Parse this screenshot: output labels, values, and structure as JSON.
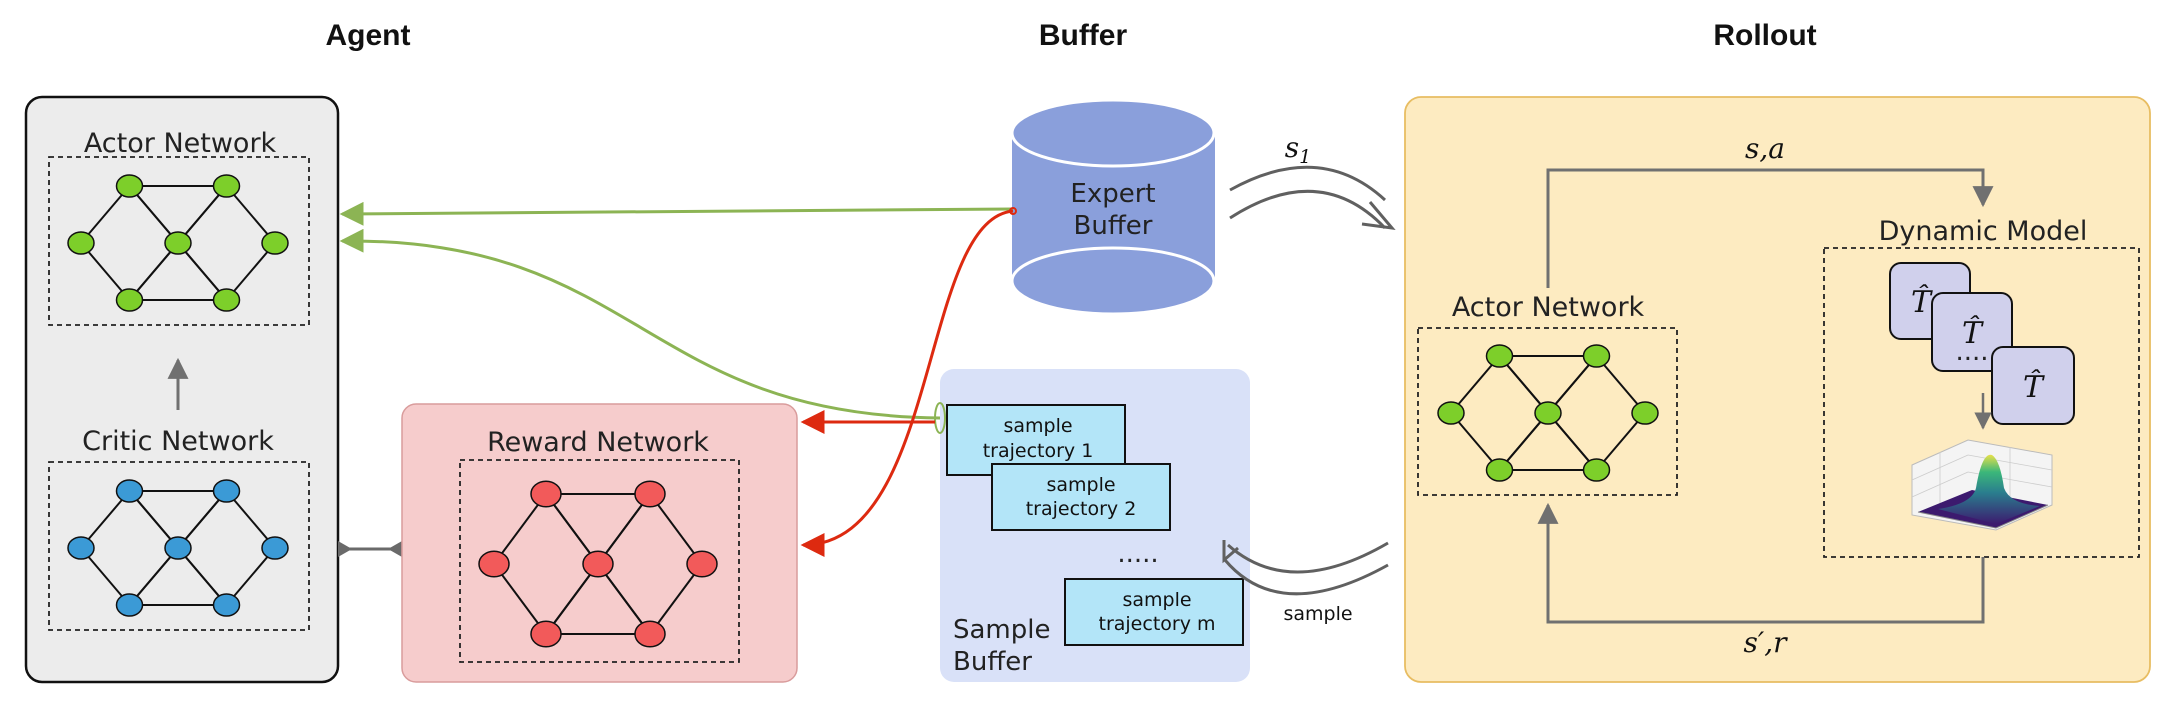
{
  "sections": {
    "agent": "Agent",
    "buffer": "Buffer",
    "rollout": "Rollout"
  },
  "agent": {
    "actor_label": "Actor Network",
    "critic_label": "Critic Network"
  },
  "reward": {
    "label": "Reward Network"
  },
  "expert_buffer": {
    "line1": "Expert",
    "line2": "Buffer"
  },
  "sample_buffer": {
    "line1": "Sample",
    "line2": "Buffer",
    "dots": ".....",
    "trajectories": [
      {
        "line1": "sample",
        "line2": "trajectory 1"
      },
      {
        "line1": "sample",
        "line2": "trajectory 2"
      },
      {
        "line1": "sample",
        "line2": "trajectory m"
      }
    ]
  },
  "rollout": {
    "actor_label": "Actor Network",
    "dynamic_label": "Dynamic Model",
    "t_hat": "T̂",
    "dots": "....",
    "edge_sa": "s,a",
    "edge_sr": "s′,r"
  },
  "edges": {
    "s1_main": "s",
    "s1_sub": "1",
    "sample": "sample"
  },
  "colors": {
    "green_node": "#7dcf2a",
    "blue_node": "#3b9ad6",
    "red_node": "#f25a5a",
    "agent_bg": "#ececec",
    "reward_bg": "#f6cccc",
    "buffer_cyl": "#8a9fdb",
    "sample_bg": "#d9e1f8",
    "traj_fill": "#b3e5f8",
    "rollout_bg": "#fdebc1",
    "that_fill": "#d0d0ec",
    "green_edge": "#8cb454",
    "red_edge": "#dd2a10"
  },
  "icons": {
    "network": "neural-network-icon",
    "surface_plot": "3d-surface-plot-icon"
  }
}
